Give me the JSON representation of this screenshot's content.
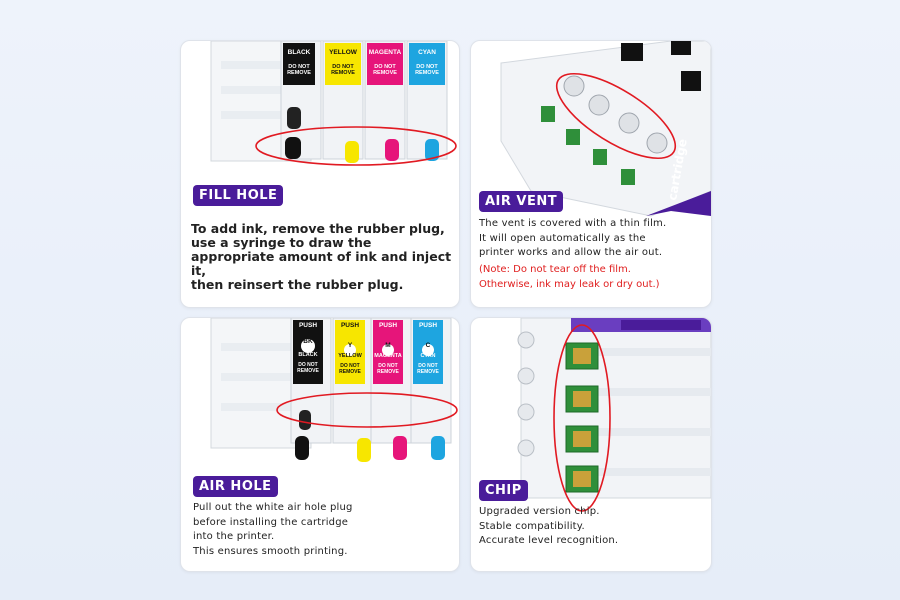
{
  "panels": {
    "fill_hole": {
      "badge": "FILL HOLE",
      "description": "To add ink, remove the rubber plug,\nuse a syringe to draw the\nappropriate amount of ink and inject it,\nthen reinsert the rubber plug.",
      "cartridges": [
        {
          "color": "BLACK",
          "warning": "DO NOT\nREMOVE",
          "hex": "#111111",
          "text_hex": "#ffffff"
        },
        {
          "color": "YELLOW",
          "warning": "DO NOT\nREMOVE",
          "hex": "#f7e600",
          "text_hex": "#111111"
        },
        {
          "color": "MAGENTA",
          "warning": "DO NOT\nREMOVE",
          "hex": "#e6157a",
          "text_hex": "#ffffff"
        },
        {
          "color": "CYAN",
          "warning": "DO NOT\nREMOVE",
          "hex": "#1ea5e0",
          "text_hex": "#ffffff"
        }
      ]
    },
    "air_vent": {
      "badge": "AIR VENT",
      "description": "The vent is covered with a thin film.\nIt will open automatically as the\nprinter works and allow the air out.",
      "note": "(Note: Do not tear off the film.\nOtherwise, ink may leak or dry out.)",
      "side_label": "cartridge"
    },
    "air_hole": {
      "badge": "AIR HOLE",
      "description": "Pull out the white air hole plug\nbefore installing the cartridge\ninto the printer.\nThis ensures smooth printing.",
      "cartridges": [
        {
          "push": "PUSH",
          "code": "BK",
          "color": "BLACK",
          "warning": "DO NOT\nREMOVE",
          "hex": "#111111",
          "text_hex": "#ffffff"
        },
        {
          "push": "PUSH",
          "code": "Y",
          "color": "YELLOW",
          "warning": "DO NOT\nREMOVE",
          "hex": "#f7e600",
          "text_hex": "#111111"
        },
        {
          "push": "PUSH",
          "code": "M",
          "color": "MAGENTA",
          "warning": "DO NOT\nREMOVE",
          "hex": "#e6157a",
          "text_hex": "#ffffff"
        },
        {
          "push": "PUSH",
          "code": "C",
          "color": "CYAN",
          "warning": "DO NOT\nREMOVE",
          "hex": "#1ea5e0",
          "text_hex": "#ffffff"
        }
      ]
    },
    "chip": {
      "badge": "CHIP",
      "description": "Upgraded version chip.\nStable compatibility.\nAccurate level recognition."
    }
  },
  "colors": {
    "badge_bg": "#4a1c9a",
    "highlight_ring": "#e11a22",
    "chip_green": "#2f8f3a",
    "note_red": "#e02020"
  }
}
